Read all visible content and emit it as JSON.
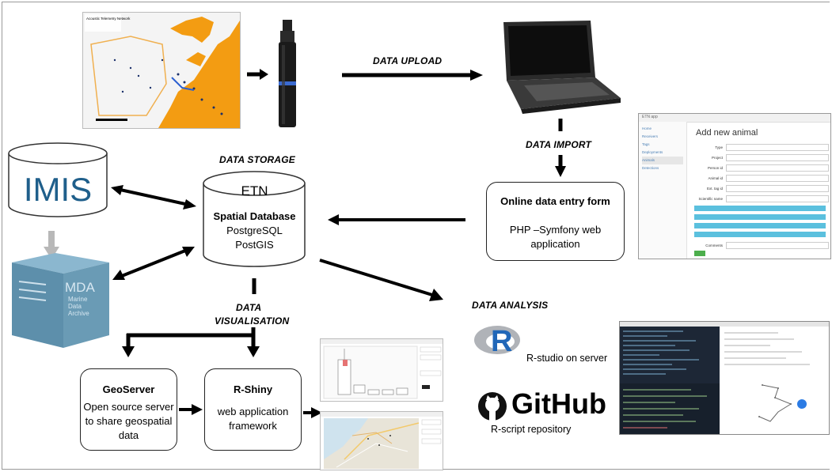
{
  "labels": {
    "data_upload": "DATA UPLOAD",
    "data_import": "DATA IMPORT",
    "data_storage": "DATA STORAGE",
    "data_visualisation_line1": "DATA",
    "data_visualisation_line2": "VISUALISATION",
    "data_analysis": "DATA ANALYSIS"
  },
  "imis": {
    "label": "IMIS"
  },
  "mda": {
    "label": "MDA",
    "sub1": "Marine",
    "sub2": "Data",
    "sub3": "Archive"
  },
  "etn": {
    "title": "ETN",
    "subtitle": "Spatial Database",
    "line1": "PostgreSQL",
    "line2": "PostGIS"
  },
  "entry_form_box": {
    "title": "Online data entry form",
    "line1": "PHP –Symfony web",
    "line2": "application"
  },
  "entry_form_screenshot": {
    "heading": "Add new animal",
    "app_label": "ETN app",
    "fields": [
      "Type",
      "Project",
      "Person id",
      "Animal id",
      "Ext. tag id",
      "Scientific name"
    ],
    "last_field": "Comments",
    "sidebar_items": [
      "Home",
      "Receivers",
      "Tags",
      "Deployments",
      "Animals",
      "Detections"
    ]
  },
  "geoserver": {
    "title": "GeoServer",
    "line1": "Open source server",
    "line2": "to share geospatial",
    "line3": "data"
  },
  "rshiny": {
    "title": "R-Shiny",
    "line1": "web application",
    "line2": "framework"
  },
  "rstudio": {
    "logo": "R",
    "label": "R-studio on server"
  },
  "github": {
    "logo": "GitHub",
    "label": "R-script repository"
  },
  "map_thumb": {
    "title": "Acoustic Telemetry Network"
  },
  "colors": {
    "land": "#f39c12",
    "imis_text": "#1f5f8b",
    "mda_face": "#6a9bb5",
    "cyan_bar": "#5bc0de",
    "green_btn": "#4cae4c"
  }
}
